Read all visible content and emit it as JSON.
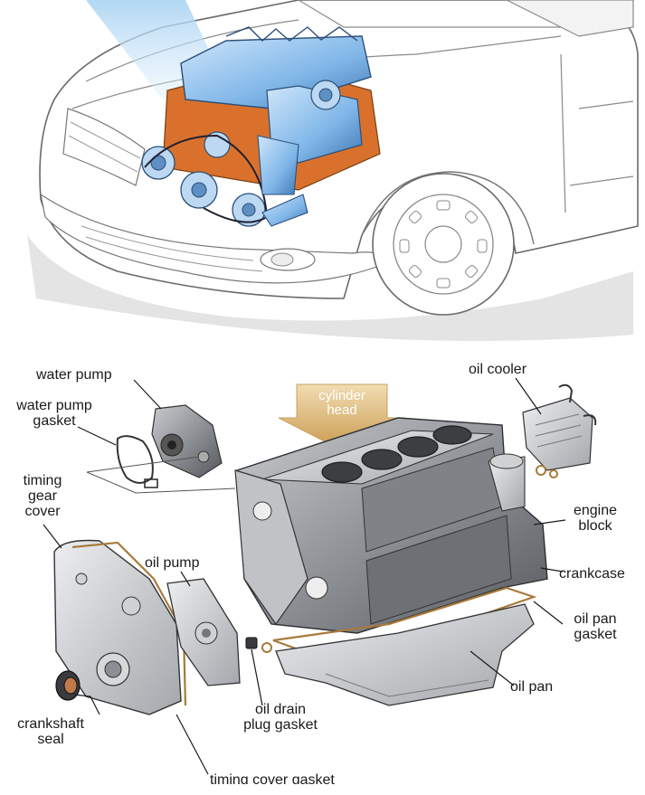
{
  "labels": {
    "water_pump": "water pump",
    "water_pump_gasket": "water pump\ngasket",
    "timing_gear_cover": "timing\ngear\ncover",
    "oil_pump": "oil pump",
    "crankshaft_seal": "crankshaft\nseal",
    "oil_drain_plug_gasket": "oil drain\nplug gasket",
    "timing_cover_gasket": "timing cover gasket",
    "cylinder_head": "cylinder\nhead",
    "oil_cooler": "oil cooler",
    "engine_block": "engine\nblock",
    "crankcase": "crankcase",
    "oil_pan_gasket": "oil pan\ngasket",
    "oil_pan": "oil pan"
  },
  "colors": {
    "engine_blue": "#7fb6e8",
    "engine_orange": "#d9712c",
    "gasket_brown": "#a87a3a",
    "arrow_gold": "#d8b370",
    "metal_gray": "#9a9c9f"
  }
}
